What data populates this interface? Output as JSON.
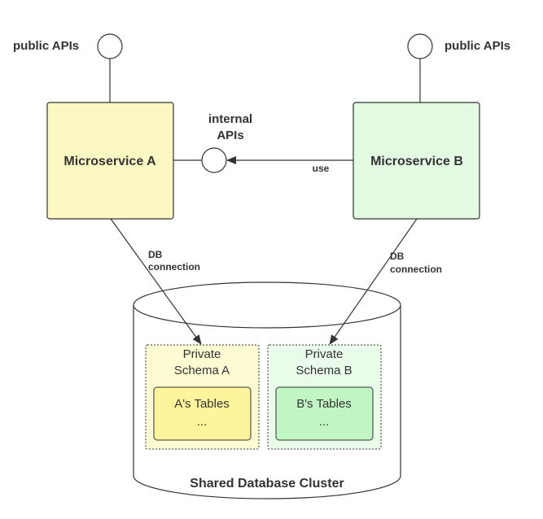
{
  "colors": {
    "line": "#333333",
    "text": "#333333",
    "service_a_fill": "#fbf8c4",
    "service_b_fill": "#e3fae3",
    "schema_a_fill": "#fdfbd2",
    "schema_b_fill": "#e9fbe9",
    "tables_a_fill": "#fef49b",
    "tables_b_fill": "#c2f5c4"
  },
  "labels": {
    "public_apis_left": "public APIs",
    "public_apis_right": "public APIs",
    "internal_apis_line1": "internal",
    "internal_apis_line2": "APIs",
    "use": "use",
    "db_connection_a_line1": "DB",
    "db_connection_a_line2": "connection",
    "db_connection_b_line1": "DB",
    "db_connection_b_line2": "connection"
  },
  "service_a": {
    "title": "Microservice A"
  },
  "service_b": {
    "title": "Microservice B"
  },
  "schema_a": {
    "title_line1": "Private",
    "title_line2": "Schema A",
    "tables_label": "A's Tables",
    "tables_more": "..."
  },
  "schema_b": {
    "title_line1": "Private",
    "title_line2": "Schema B",
    "tables_label": "B's Tables",
    "tables_more": "..."
  },
  "database": {
    "title": "Shared Database Cluster"
  }
}
